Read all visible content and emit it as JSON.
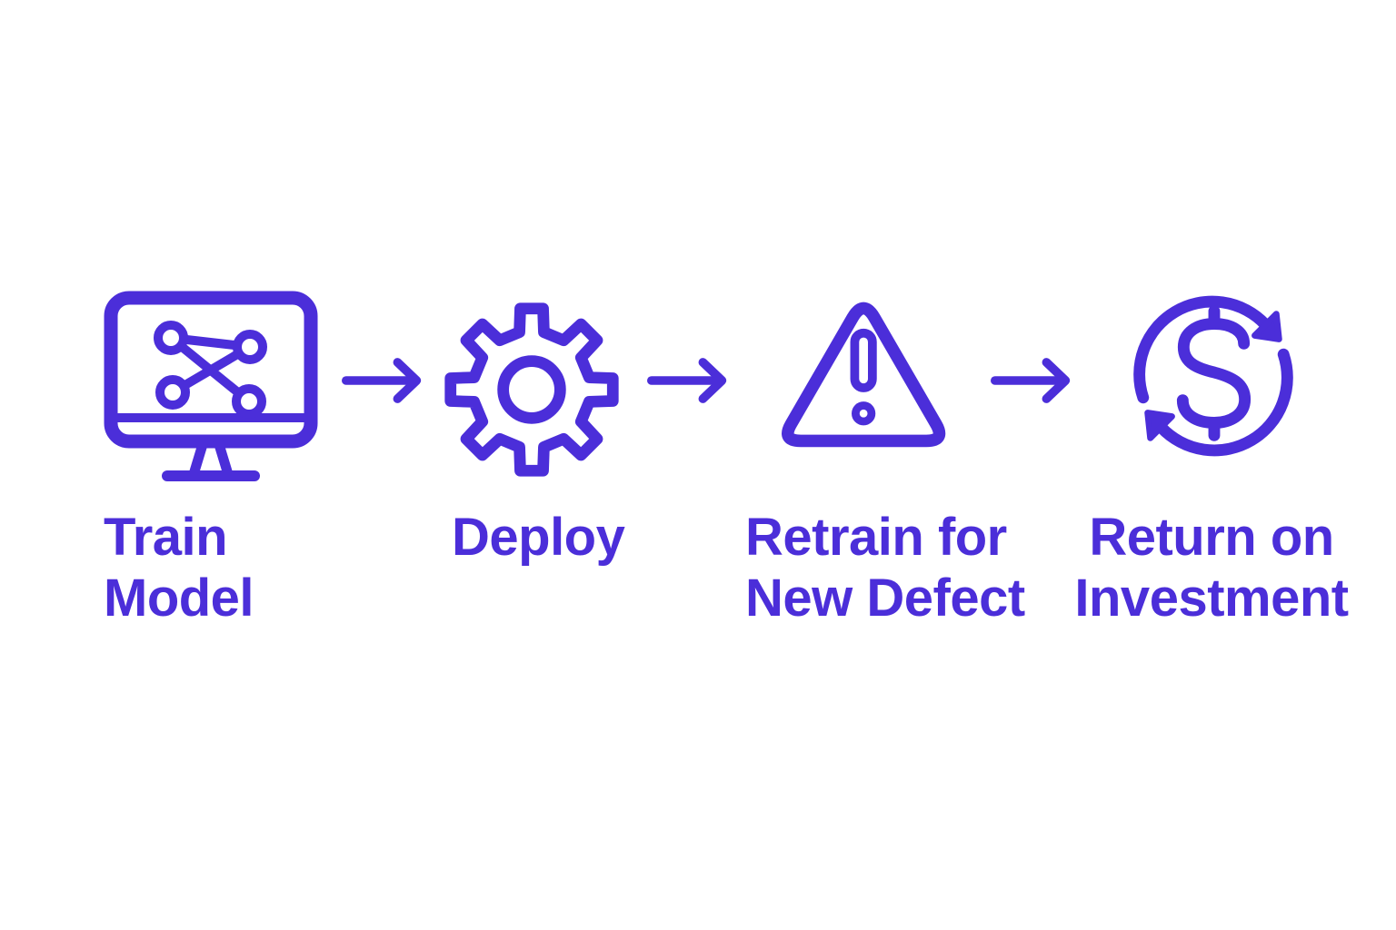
{
  "page": {
    "background_color": "#FFFFFF",
    "accent_color": "#4B2ED9"
  },
  "flow": {
    "type": "horizontal-process-flow",
    "steps": [
      {
        "icon": "train-model-monitor-icon",
        "lines": [
          "Train",
          "Model"
        ]
      },
      {
        "icon": "deploy-gear-icon",
        "lines": [
          "Deploy"
        ]
      },
      {
        "icon": "warning-triangle-icon",
        "lines": [
          "Retrain for",
          "New Defect"
        ]
      },
      {
        "icon": "roi-cycle-dollar-icon",
        "lines": [
          "Return on",
          "Investment"
        ]
      }
    ],
    "connectors": [
      "arrow-right-icon",
      "arrow-right-icon",
      "arrow-right-icon"
    ]
  }
}
